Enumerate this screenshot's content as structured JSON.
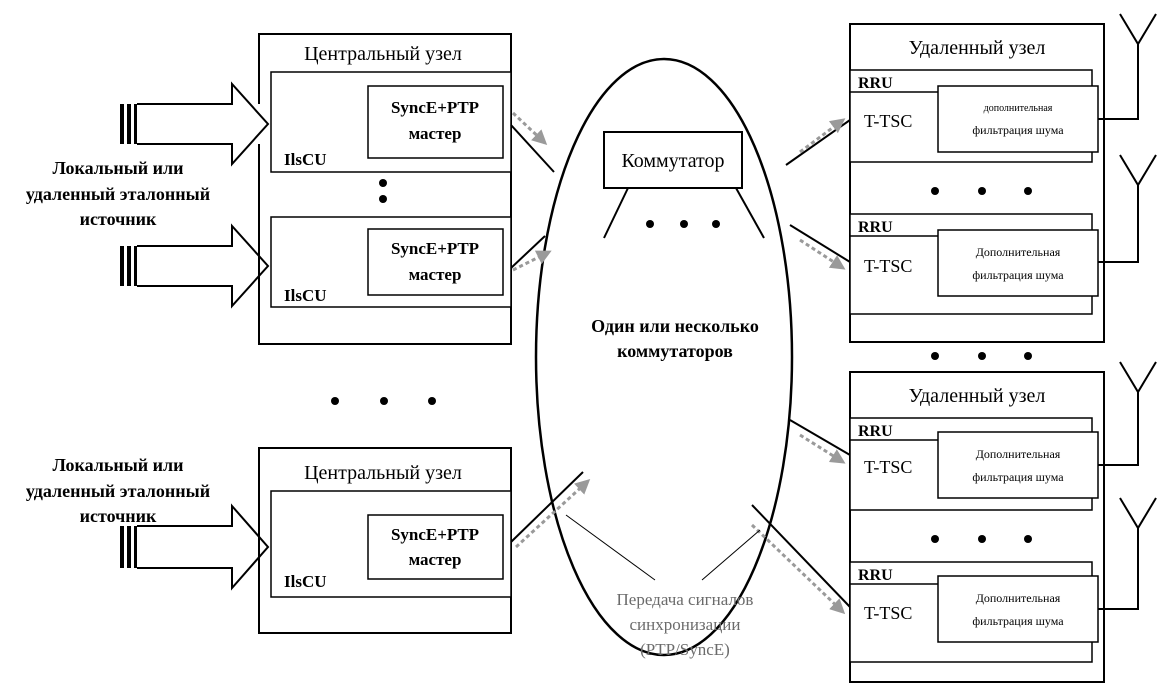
{
  "central_nodes": [
    {
      "title": "Центральный узел",
      "units": [
        {
          "label": "IlsCU",
          "master_line1": "SyncE+PTP",
          "master_line2": "мастер"
        },
        {
          "label": "IlsCU",
          "master_line1": "SyncE+PTP",
          "master_line2": "мастер"
        }
      ]
    },
    {
      "title": "Центральный узел",
      "units": [
        {
          "label": "IlsCU",
          "master_line1": "SyncE+PTP",
          "master_line2": "мастер"
        }
      ]
    }
  ],
  "sources": [
    {
      "line1": "Локальный или",
      "line2": "удаленный эталонный",
      "line3": "источник"
    },
    {
      "line1": "Локальный или",
      "line2": "удаленный эталонный",
      "line3": "источник"
    }
  ],
  "network": {
    "switch_label": "Коммутатор",
    "cloud_line1": "Один или несколько",
    "cloud_line2": "коммутаторов"
  },
  "signal_note": {
    "line1": "Передача сигналов",
    "line2": "синхронизации",
    "line3": "(PTP/SyncE)",
    "color": "#6b6b6b"
  },
  "remote_nodes": [
    {
      "title": "Удаленный узел",
      "units": [
        {
          "rru": "RRU",
          "tsc": "T-TSC",
          "filter_line1": "дополнительная",
          "filter_line2": "фильтрация шума"
        },
        {
          "rru": "RRU",
          "tsc": "T-TSC",
          "filter_line1": "Дополнительная",
          "filter_line2": "фильтрация шума"
        }
      ]
    },
    {
      "title": "Удаленный узел",
      "units": [
        {
          "rru": "RRU",
          "tsc": "T-TSC",
          "filter_line1": "Дополнительная",
          "filter_line2": "фильтрация шума"
        },
        {
          "rru": "RRU",
          "tsc": "T-TSC",
          "filter_line1": "Дополнительная",
          "filter_line2": "фильтрация шума"
        }
      ]
    }
  ],
  "icons": {
    "antenna": "antenna-icon",
    "reference_source": "reference-source-icon",
    "input_arrow": "input-arrow-icon"
  }
}
